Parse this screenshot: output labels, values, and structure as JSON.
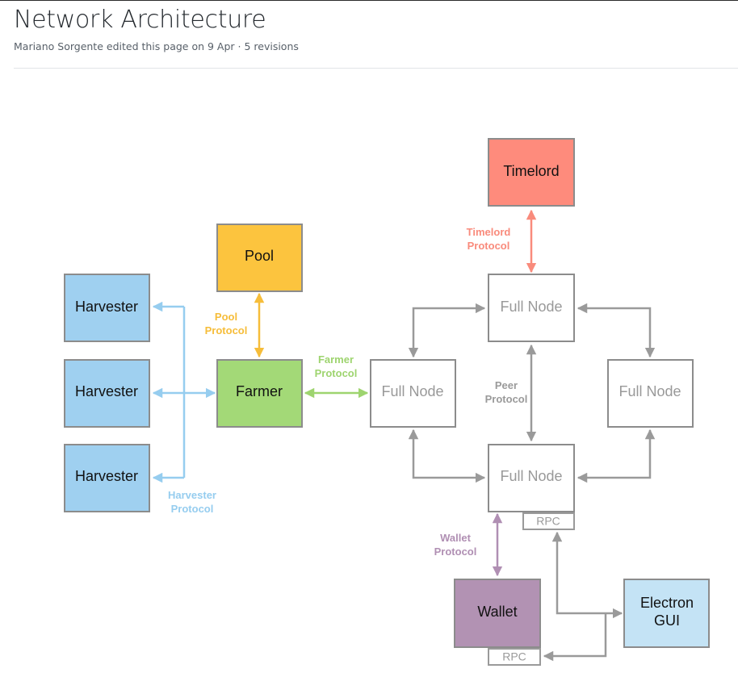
{
  "page": {
    "title": "Network Architecture",
    "meta": "Mariano Sorgente edited this page on 9 Apr · 5 revisions"
  },
  "diagram": {
    "nodes": {
      "timelord": "Timelord",
      "pool": "Pool",
      "farmer": "Farmer",
      "harvester_1": "Harvester",
      "harvester_2": "Harvester",
      "harvester_3": "Harvester",
      "full_node_top": "Full Node",
      "full_node_left": "Full Node",
      "full_node_right": "Full Node",
      "full_node_bottom": "Full Node",
      "wallet": "Wallet",
      "electron_gui_line1": "Electron",
      "electron_gui_line2": "GUI",
      "rpc_full_node": "RPC",
      "rpc_wallet": "RPC"
    },
    "protocols": {
      "timelord_l1": "Timelord",
      "timelord_l2": "Protocol",
      "pool_l1": "Pool",
      "pool_l2": "Protocol",
      "farmer_l1": "Farmer",
      "farmer_l2": "Protocol",
      "harvester_l1": "Harvester",
      "harvester_l2": "Protocol",
      "peer_l1": "Peer",
      "peer_l2": "Protocol",
      "wallet_l1": "Wallet",
      "wallet_l2": "Protocol"
    },
    "colors": {
      "timelord": "#fe8b7c",
      "pool": "#fcc43e",
      "farmer": "#a3d977",
      "harvester": "#9fd0f0",
      "wallet": "#b292b3",
      "electron": "#c4e3f5",
      "full_node": "#ffffff",
      "gray_arrow": "#9a9a9a",
      "blue_arrow": "#96cdef",
      "green_arrow": "#9ed46f",
      "yellow_arrow": "#f6bd3a",
      "red_arrow": "#f98b7c",
      "purple_arrow": "#b08fb3"
    }
  }
}
